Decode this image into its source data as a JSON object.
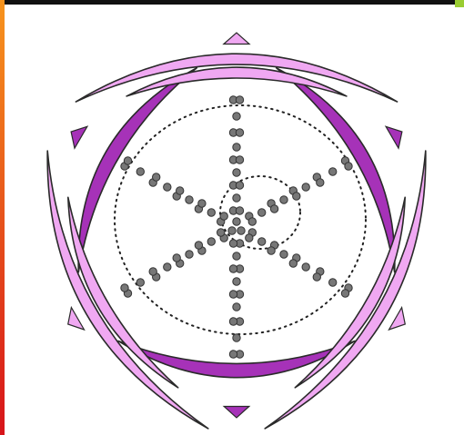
{
  "colors": {
    "background": "#ffffff",
    "frame_top": "#111111",
    "frame_left_top": "#f7941d",
    "frame_left_bottom": "#d7141a",
    "corner_accent": "#9acd32",
    "petal_fill": "#f0a8f2",
    "petal_inner_fill": "#a632b8",
    "petal_stroke": "#2a2a2a",
    "ovule": "#777777",
    "ovule_stroke": "#333333",
    "dotted_line": "#222222"
  },
  "icons": {
    "outer_whorl": "outer-perianth-segments",
    "inner_whorl": "inner-perianth-segments",
    "stamens": "stamen-dots",
    "carpel_outline": "dotted-ovary-outline"
  },
  "diagram": {
    "outer_segment_count": 3,
    "inner_segment_count": 3,
    "stamen_arm_count": 6
  }
}
